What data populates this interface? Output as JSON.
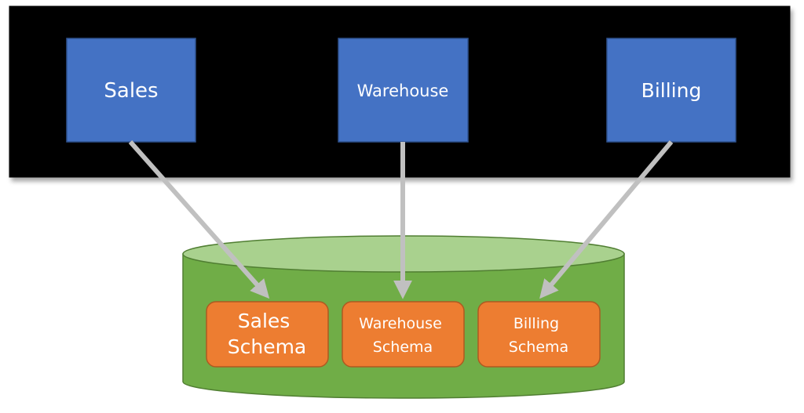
{
  "colors": {
    "bar_fill": "#000000",
    "service_box_fill": "#4472C4",
    "service_box_stroke": "#2F528F",
    "database_body": "#70AD47",
    "database_top": "#A9D18E",
    "database_stroke": "#507E32",
    "schema_box_fill": "#ED7D31",
    "schema_box_stroke": "#AE5A21",
    "arrow": "#C0C0C0"
  },
  "services": [
    {
      "id": "sales",
      "label": "Sales"
    },
    {
      "id": "warehouse",
      "label": "Warehouse"
    },
    {
      "id": "billing",
      "label": "Billing"
    }
  ],
  "schemas": [
    {
      "id": "sales-schema",
      "lines": [
        "Sales",
        "Schema"
      ]
    },
    {
      "id": "warehouse-schema",
      "lines": [
        "Warehouse",
        "Schema"
      ]
    },
    {
      "id": "billing-schema",
      "lines": [
        "Billing",
        "Schema"
      ]
    }
  ]
}
